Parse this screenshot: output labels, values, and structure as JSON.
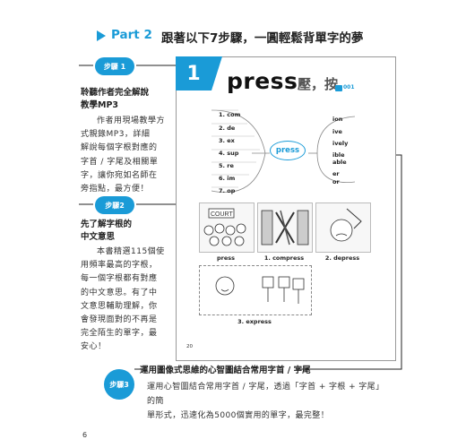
{
  "header": {
    "part": "Part 2",
    "title": "跟著以下7步驟，一圓輕鬆背單字的夢"
  },
  "steps": [
    {
      "badge": "步驟 1",
      "heading_lines": [
        "聆聽作者完全解說",
        "教學MP3"
      ],
      "body_lines": [
        "作者用現場教學方",
        "式親錄MP3，詳細",
        "解說每個字根對應的",
        "字首 / 字尾及相關單",
        "字，讓你宛如名師在",
        "旁指點，最方便！"
      ]
    },
    {
      "badge": "步驟2",
      "heading_lines": [
        "先了解字根的",
        "中文意思"
      ],
      "body_lines": [
        "本書精選115個使",
        "用頻率最高的字根，",
        "每一個字根都有對應",
        "的中文意思。有了中",
        "文意思輔助理解，你",
        "會發現面對的不再是",
        "完全陌生的單字，最",
        "安心！"
      ]
    },
    {
      "badge": "步驟3",
      "heading": "運用圖像式思維的心智圖結合常用字首 / 字尾",
      "body_lines": [
        "運用心智圖結合常用字首 / 字尾，透過「字首 + 字根 + 字尾」的簡",
        "單形式，迅速化為5000個實用的單字，最完整！"
      ]
    }
  ],
  "book_page": {
    "unit_number": "1",
    "root_word": "press",
    "root_meaning": "壓，按",
    "audio_track": "001",
    "center_node": "press",
    "prefixes": [
      "1. com",
      "2. de",
      "3. ex",
      "4. sup",
      "5. re",
      "6. im",
      "7. op"
    ],
    "suffixes": [
      "ion",
      "ive",
      "ively",
      "ible",
      "able",
      "er",
      "or"
    ],
    "illustrations": [
      {
        "caption": "press",
        "sign": "COURT"
      },
      {
        "caption": "1. compress"
      },
      {
        "caption": "2. depress"
      },
      {
        "caption": "3. express"
      }
    ],
    "inner_page_number": "20"
  },
  "page_number": "6",
  "colors": {
    "accent": "#1a9bd7",
    "text": "#222222"
  }
}
